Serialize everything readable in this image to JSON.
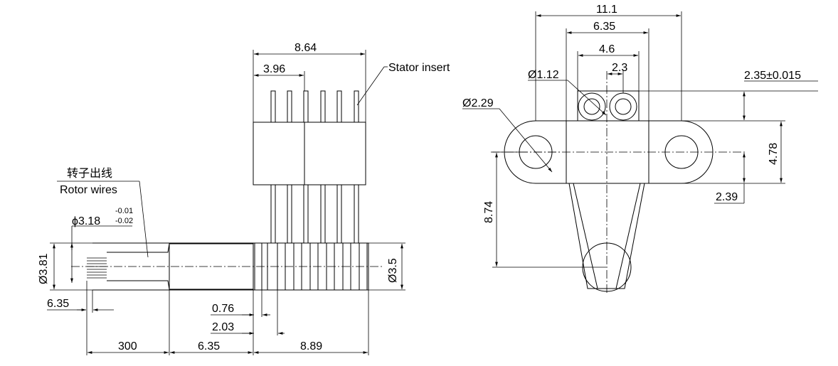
{
  "side_view": {
    "dim_width_total": "8.64",
    "dim_width_partial": "3.96",
    "label_stator_insert": "Stator insert",
    "label_rotor_wires_cn": "转子出线",
    "label_rotor_wires_en": "Rotor wires",
    "dim_shaft_dia_prefix": "ϕ3.18",
    "dim_shaft_tol_upper": "-0.01",
    "dim_shaft_tol_lower": "-0.02",
    "dim_shaft_outer": "Ø3.81",
    "dim_body_dia": "Ø3.5",
    "dim_wire_pitch": "6.35",
    "dim_groove_1": "0.76",
    "dim_groove_2": "2.03",
    "dim_bottom_1": "300",
    "dim_bottom_2": "6.35",
    "dim_bottom_3": "8.89"
  },
  "front_view": {
    "dim_overall": "11.1",
    "dim_pin_span": "6.35",
    "dim_pin_center": "4.6",
    "dim_pin_offset": "2.3",
    "dim_pin_hole": "Ø1.12",
    "dim_mount_hole": "Ø2.29",
    "dim_height_tol": "2.35±0.015",
    "dim_flange_height": "4.78",
    "dim_flange_half": "2.39",
    "dim_total_height": "8.74"
  }
}
